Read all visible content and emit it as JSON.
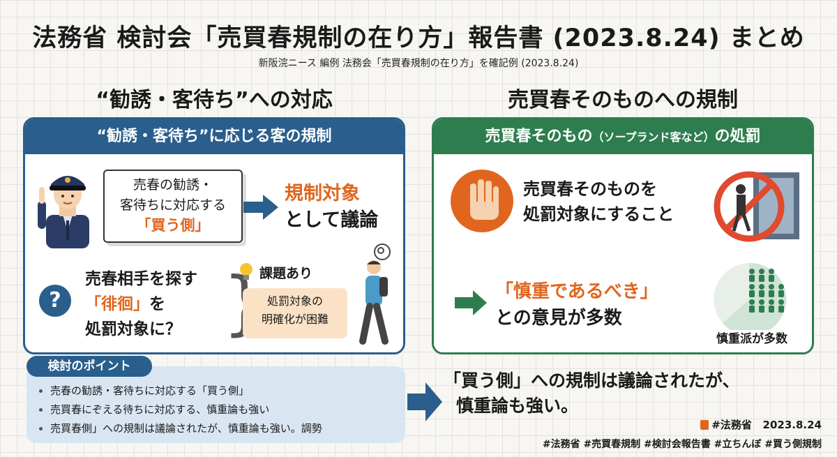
{
  "header": {
    "title": "法務省 検討会「売買春規制の在り方」報告書 (2023.8.24) まとめ",
    "subtitle": "新阪浣ニース 編例 法務会「売買春規制の在り方」を確記例 (2023.8.24)"
  },
  "left": {
    "heading": "“勧誘・客待ち”への対応",
    "panel_title": "“勧誘・客待ち”に応じる客の規制",
    "bubble_line1": "売春の勧誘・",
    "bubble_line2": "客待ちに対応する",
    "bubble_line3": "「買う側」",
    "result_line1": "規制対象",
    "result_line2": "として議論",
    "question_line1": "売春相手を探す",
    "question_line2a": "「徘徊」",
    "question_line2b": "を",
    "question_line3": "処罰対象に？",
    "issue_label": "課題あり",
    "issue_line1": "処罰対象の",
    "issue_line2": "明確化が困難"
  },
  "right": {
    "heading": "売買春そのものへの規制",
    "panel_title_a": "売買春そのもの",
    "panel_title_b": "（ソープランド客など）",
    "panel_title_c": "の処罰",
    "stop_line1": "売買春そのものを",
    "stop_line2": "処罰対象にすること",
    "opinion_line1": "「慎重であるべき」",
    "opinion_line2": "との意見が多数",
    "chart_label": "慎重派が多数"
  },
  "points": {
    "badge": "検討のポイント",
    "items": [
      "売春の勧誘・客待ちに対応する「買う側」",
      "売買春にぞえる待ちに対応する、慎重論も強い",
      "売買春側」への規制は議論されたが、慎重論も強い。調勢"
    ]
  },
  "conclusion": {
    "line1": "「買う側」への規制は議論されたが、",
    "line2": "慎重論も強い。"
  },
  "footer": {
    "source": "#法務省",
    "date": "2023.8.24",
    "hashtags": "#法務省 #売買春規制 #検討会報告書 #立ちんぼ #買う側規制"
  },
  "colors": {
    "blue": "#2a5e8c",
    "green": "#2e7d4f",
    "orange": "#e0661f"
  }
}
